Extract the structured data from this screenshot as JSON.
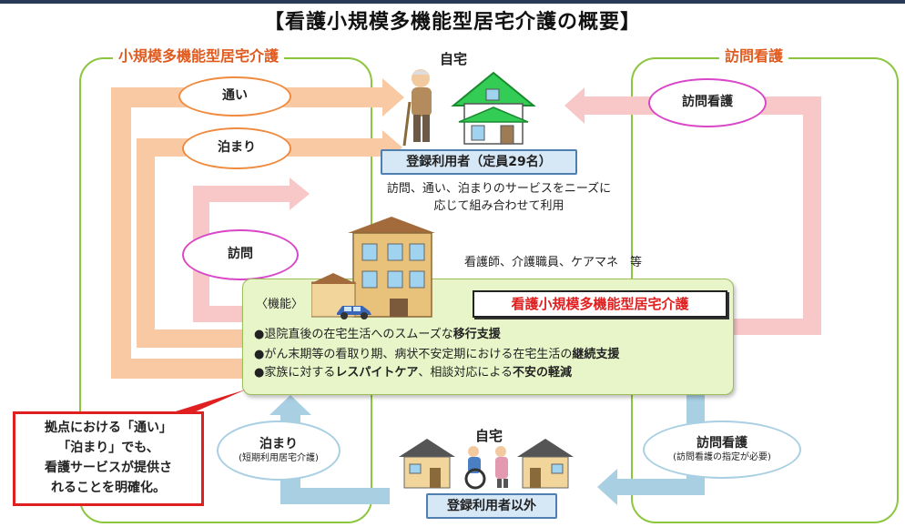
{
  "title": "【看護小規模多機能型居宅介護の概要】",
  "left_panel_title": "小規模多機能型居宅介護",
  "right_panel_title": "訪問看護",
  "home_top_label": "自宅",
  "home_bottom_label": "自宅",
  "registered_users": "登録利用者（定員29名）",
  "non_registered_users": "登録利用者以外",
  "combination_note_line1": "訪問、通い、泊まりのサービスをニーズに",
  "combination_note_line2": "応じて組み合わせて利用",
  "staff_note": "看護師、介護職員、ケアマネ　等",
  "services": {
    "kayoi": "通い",
    "tomari": "泊まり",
    "houmon": "訪問",
    "houmon_kango": "訪問看護",
    "tomari_short": "泊まり",
    "tomari_short_sub": "(短期利用居宅介護)",
    "houmon_kango_bottom": "訪問看護",
    "houmon_kango_bottom_sub": "(訪問看護の指定が必要)"
  },
  "function_box": {
    "label": "〈機能〉",
    "name": "看護小規模多機能型居宅介護",
    "bullets": [
      {
        "pre": "●退院直後の在宅生活へのスムーズな",
        "bold": "移行支援",
        "post": "",
        "bold2": ""
      },
      {
        "pre": "●がん末期等の看取り期、病状不安定期における在宅生活の",
        "bold": "継続支援",
        "post": "",
        "bold2": ""
      },
      {
        "pre": "●家族に対する",
        "bold": "レスパイトケア",
        "post": "、相談対応による",
        "bold2": "不安の軽減"
      }
    ]
  },
  "callout": {
    "line1": "拠点における「通い」",
    "line2": "「泊まり」でも、",
    "line3": "看護サービスが提供さ",
    "line4": "れることを明確化。"
  },
  "colors": {
    "orange_arrow": "#f9c9a3",
    "pink_arrow": "#f8c8c8",
    "blue_arrow": "#a9cfe3",
    "green_border": "#8cc63f",
    "orange_oval": "#f08a3e",
    "magenta_oval": "#d946c8",
    "blue_oval": "#a9cfe3",
    "callout_red": "#e02020"
  },
  "icons": [
    "elderly-person-icon",
    "house-icon",
    "facility-building-icon",
    "car-icon",
    "wheelchair-person-icon"
  ]
}
